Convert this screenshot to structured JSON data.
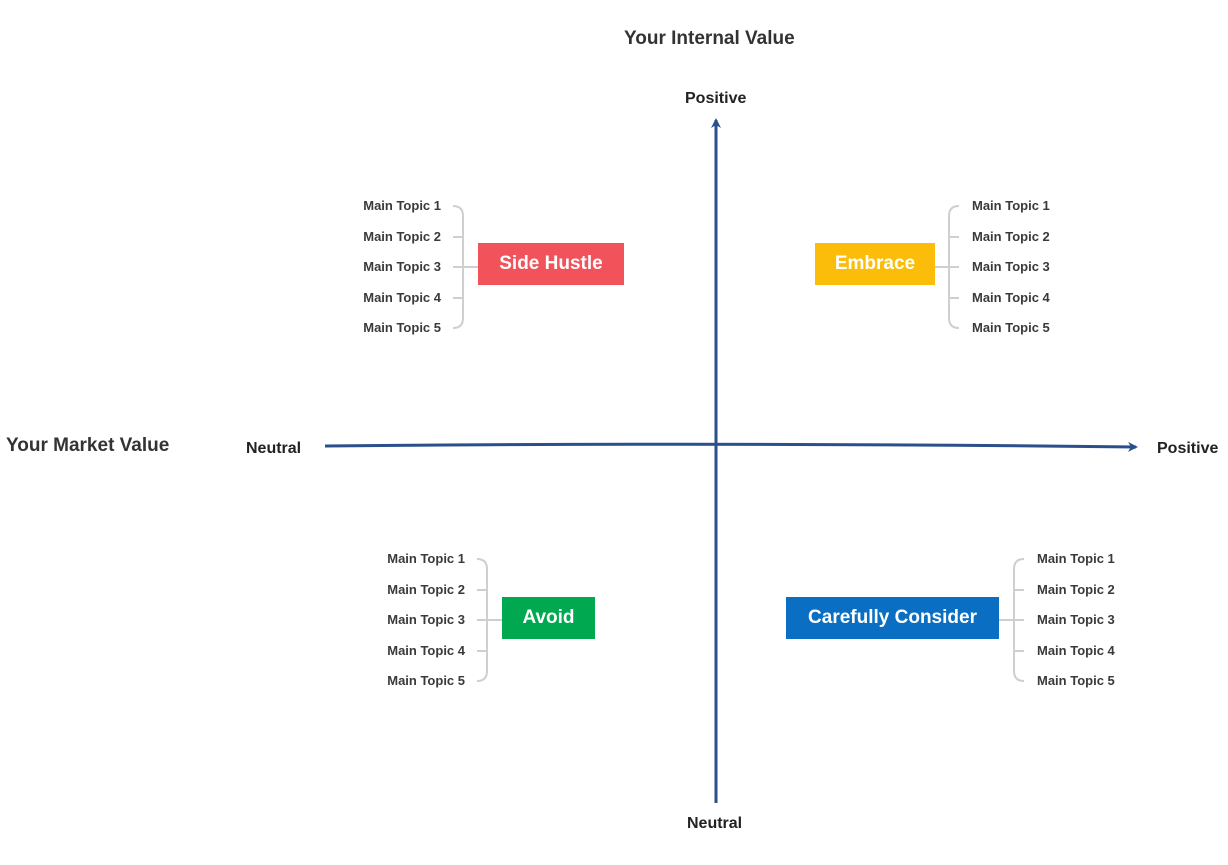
{
  "titles": {
    "vertical_axis": "Your Internal Value",
    "horizontal_axis": "Your Market Value"
  },
  "axis_labels": {
    "top": "Positive",
    "bottom": "Neutral",
    "left": "Neutral",
    "right": "Positive"
  },
  "colors": {
    "axis": "#2b4f8a",
    "bracket": "#cfcfcf",
    "side_hustle": "#f2525a",
    "embrace": "#fcbd0a",
    "avoid": "#00a94f",
    "carefully_consider": "#0a6fc2"
  },
  "quadrants": {
    "top_left": {
      "label": "Side Hustle",
      "topics": [
        "Main Topic 1",
        "Main Topic 2",
        "Main Topic 3",
        "Main Topic 4",
        "Main Topic 5"
      ]
    },
    "top_right": {
      "label": "Embrace",
      "topics": [
        "Main Topic 1",
        "Main Topic 2",
        "Main Topic 3",
        "Main Topic 4",
        "Main Topic 5"
      ]
    },
    "bottom_left": {
      "label": "Avoid",
      "topics": [
        "Main Topic 1",
        "Main Topic 2",
        "Main Topic 3",
        "Main Topic 4",
        "Main Topic 5"
      ]
    },
    "bottom_right": {
      "label": "Carefully Consider",
      "topics": [
        "Main Topic 1",
        "Main Topic 2",
        "Main Topic 3",
        "Main Topic 4",
        "Main Topic 5"
      ]
    }
  }
}
